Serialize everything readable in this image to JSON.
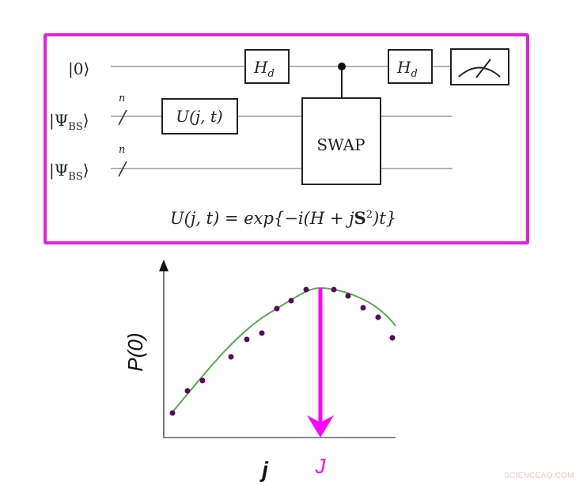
{
  "circuit": {
    "wires": [
      {
        "label": "|0⟩",
        "register": "ancilla"
      },
      {
        "label": "|Ψ",
        "subscript": "BS",
        "suffix": "⟩",
        "bundle": "n"
      },
      {
        "label": "|Ψ",
        "subscript": "BS",
        "suffix": "⟩",
        "bundle": "n"
      }
    ],
    "gates": {
      "hadamard_1": {
        "label": "H",
        "subscript": "d"
      },
      "evolution": {
        "label": "U(j, t)"
      },
      "swap": {
        "label": "SWAP"
      },
      "hadamard_2": {
        "label": "H",
        "subscript": "d"
      },
      "measurement": {
        "label": "measure"
      }
    },
    "equation": "U(j, t) = exp{−i(H + jS²)t}",
    "equation_parts": {
      "lhs": "U(j, t) = exp{−i(H + j",
      "bold": "S",
      "sup": "2",
      "rhs": ")t}"
    },
    "frame_color": "#e81ee0"
  },
  "chart_data": {
    "type": "scatter",
    "title": "",
    "xlabel": "j",
    "ylabel": "P(0)",
    "annotation": {
      "label": "J",
      "color": "#ff00ff",
      "description": "arrow marking the j value at maximum P(0)"
    },
    "x": [
      1,
      2,
      3,
      4,
      5,
      6,
      7,
      8,
      9,
      10,
      11,
      12,
      13,
      14
    ],
    "values": [
      0.17,
      0.3,
      0.36,
      0.5,
      0.61,
      0.64,
      0.79,
      0.83,
      0.9,
      0.9,
      0.86,
      0.79,
      0.74,
      0.61
    ],
    "fit_curve": {
      "type": "line",
      "color": "#5aa85a",
      "peak_x": 9.5
    },
    "point_color": "#5a0a5a",
    "grid": false,
    "ticks": "none",
    "ylim": [
      0,
      1.05
    ]
  },
  "watermark": "SCIENCEAQ.COM"
}
